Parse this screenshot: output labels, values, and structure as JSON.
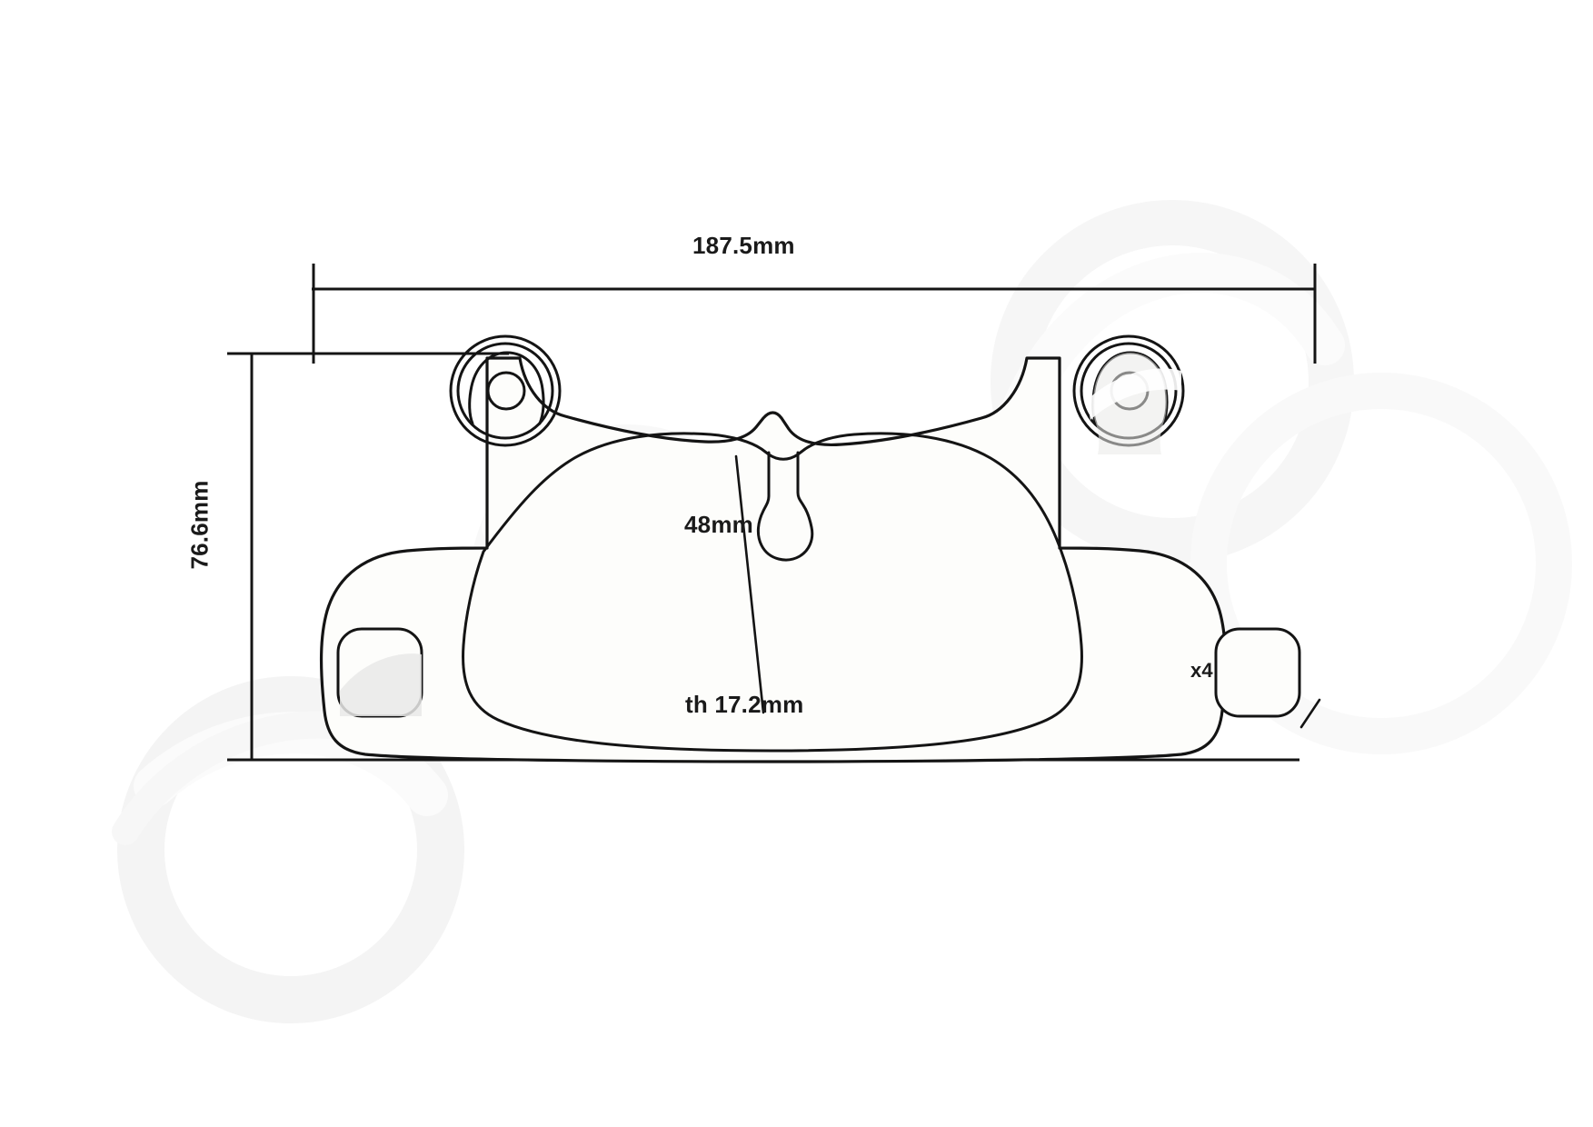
{
  "drawing": {
    "title": "brake-pad-technical-drawing",
    "background_color": "#ffffff",
    "line_color": "#141414",
    "watermark_color": "#f4f4f4",
    "fill_color": "#fdfdfb",
    "shadow_fill": "#e9e9e7"
  },
  "dimensions": {
    "overall_width": "187.5mm",
    "overall_height": "76.6mm",
    "pad_height": "48mm",
    "thickness": "th 17.2mm",
    "quantity": "x4"
  },
  "annotations": {
    "width_label": "187.5mm",
    "height_label": "76.6mm",
    "pad_height_label": "48mm",
    "thickness_label": "th 17.2mm",
    "quantity_label": "x4"
  }
}
